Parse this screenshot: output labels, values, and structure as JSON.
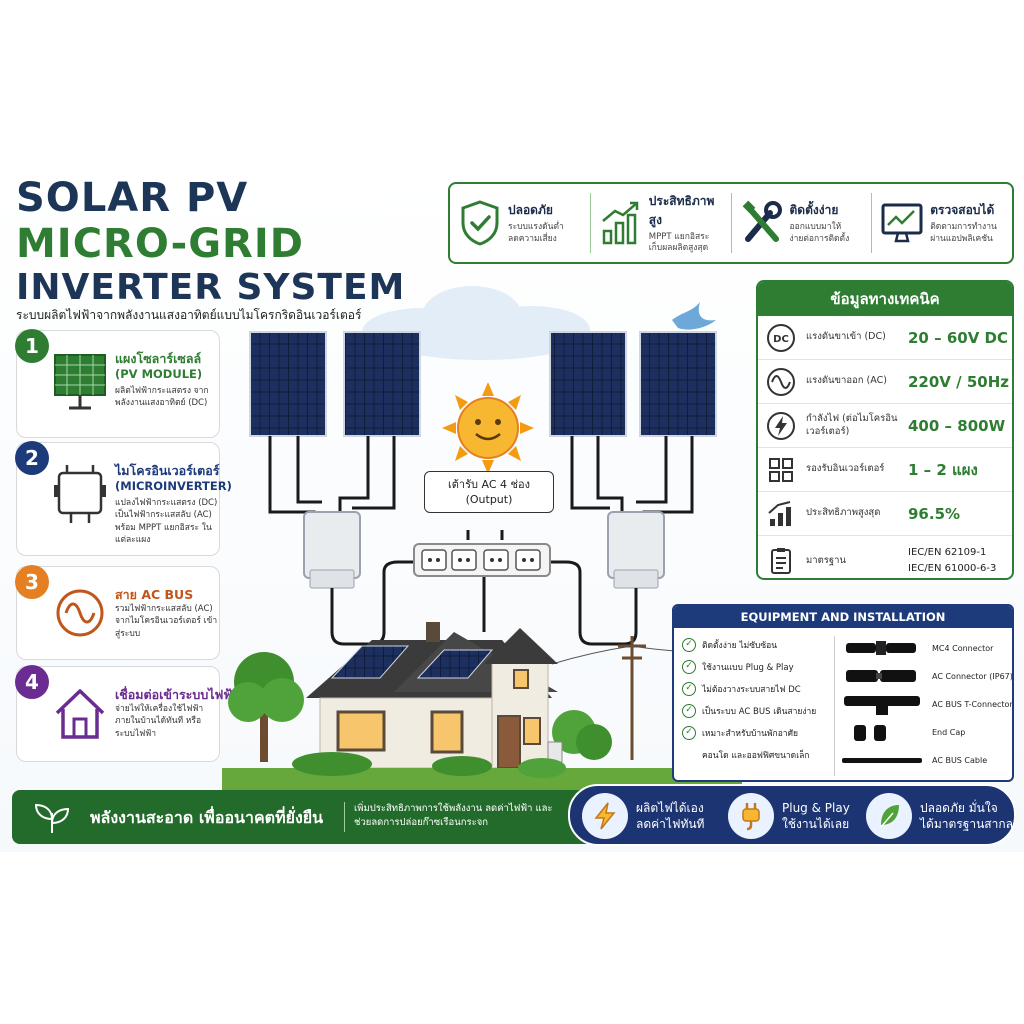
{
  "title": {
    "line1": "SOLAR PV",
    "line2": "MICRO-GRID",
    "line3": "INVERTER SYSTEM",
    "subtitle": "ระบบผลิตไฟฟ้าจากพลังงานแสงอาทิตย์แบบไมโครกริดอินเวอร์เตอร์"
  },
  "features": [
    {
      "title": "ปลอดภัย",
      "desc1": "ระบบแรงดันต่ำ",
      "desc2": "ลดความเสี่ยง",
      "icon": "shield-check-icon"
    },
    {
      "title": "ประสิทธิภาพสูง",
      "desc1": "MPPT แยกอิสระ",
      "desc2": "เก็บผลผลิตสูงสุด",
      "icon": "growth-chart-icon"
    },
    {
      "title": "ติดตั้งง่าย",
      "desc1": "ออกแบบมาให้",
      "desc2": "ง่ายต่อการติดตั้ง",
      "icon": "tools-icon"
    },
    {
      "title": "ตรวจสอบได้",
      "desc1": "ติดตามการทำงาน",
      "desc2": "ผ่านแอปพลิเคชัน",
      "icon": "monitor-icon"
    }
  ],
  "steps": [
    {
      "num": "1",
      "title": "แผงโซลาร์เซลล์",
      "sub": "(PV MODULE)",
      "desc": "ผลิตไฟฟ้ากระแสตรง จากพลังงานแสงอาทิตย์ (DC)",
      "color": "#2e7d32",
      "icon": "solar-panel-icon"
    },
    {
      "num": "2",
      "title": "ไมโครอินเวอร์เตอร์",
      "sub": "(MICROINVERTER)",
      "desc": "แปลงไฟฟ้ากระแสตรง (DC) เป็นไฟฟ้ากระแสสลับ (AC) พร้อม MPPT แยกอิสระ ในแต่ละแผง",
      "color": "#1d3a7a",
      "icon": "microinverter-icon"
    },
    {
      "num": "3",
      "title": "สาย AC BUS",
      "sub": "",
      "desc": "รวมไฟฟ้ากระแสสลับ (AC) จากไมโครอินเวอร์เตอร์ เข้าสู่ระบบ",
      "color": "#e67e22",
      "icon": "ac-wave-icon"
    },
    {
      "num": "4",
      "title": "เชื่อมต่อเข้าระบบไฟฟ้า",
      "sub": "",
      "desc": "จ่ายไฟให้เครื่องใช้ไฟฟ้า ภายในบ้านได้ทันที หรือระบบไฟฟ้า",
      "color": "#6a2c91",
      "icon": "house-icon"
    }
  ],
  "diagram": {
    "outlet_label_line1": "เต้ารับ AC 4 ช่อง",
    "outlet_label_line2": "(Output)"
  },
  "specs": {
    "header": "ข้อมูลทางเทคนิค",
    "rows": [
      {
        "label": "แรงดันขาเข้า (DC)",
        "value": "20 – 60V DC",
        "icon": "dc-icon"
      },
      {
        "label": "แรงดันขาออก (AC)",
        "value": "220V / 50Hz",
        "icon": "sine-wave-icon"
      },
      {
        "label": "กำลังไฟ (ต่อไมโครอินเวอร์เตอร์)",
        "value": "400 – 800W",
        "icon": "lightning-icon"
      },
      {
        "label": "รองรับอินเวอร์เตอร์",
        "value": "1 – 2 แผง",
        "icon": "grid-panels-icon"
      },
      {
        "label": "ประสิทธิภาพสูงสุด",
        "value": "96.5%",
        "icon": "bar-chart-icon"
      },
      {
        "label": "มาตรฐาน",
        "value": "IEC/EN 62109-1",
        "value2": "IEC/EN 61000-6-3",
        "icon": "document-icon"
      }
    ]
  },
  "equipment": {
    "header": "EQUIPMENT AND INSTALLATION",
    "checks": [
      "ติดตั้งง่าย ไม่ซับซ้อน",
      "ใช้งานแบบ Plug & Play",
      "ไม่ต้องวางระบบสายไฟ DC",
      "เป็นระบบ AC BUS เดินสายง่าย",
      "เหมาะสำหรับบ้านพักอาศัย",
      "คอนโด และออฟฟิศขนาดเล็ก"
    ],
    "connectors": [
      "MC4 Connector",
      "AC Connector (IP67)",
      "AC BUS T-Connector",
      "End Cap",
      "AC BUS Cable"
    ]
  },
  "bottom": {
    "slogan": "พลังงานสะอาด เพื่ออนาคตที่ยั่งยืน",
    "desc": "เพิ่มประสิทธิภาพการใช้พลังงาน ลดค่าไฟฟ้า และช่วยลดการปล่อยก๊าซเรือนกระจก",
    "benefits": [
      {
        "line1": "ผลิตไฟได้เอง",
        "line2": "ลดค่าไฟทันที",
        "icon": "lightning-circle-icon"
      },
      {
        "line1": "Plug & Play",
        "line2": "ใช้งานได้เลย",
        "icon": "plug-icon"
      },
      {
        "line1": "ปลอดภัย มั่นใจ",
        "line2": "ได้มาตรฐานสากล",
        "icon": "leaf-icon"
      }
    ]
  }
}
